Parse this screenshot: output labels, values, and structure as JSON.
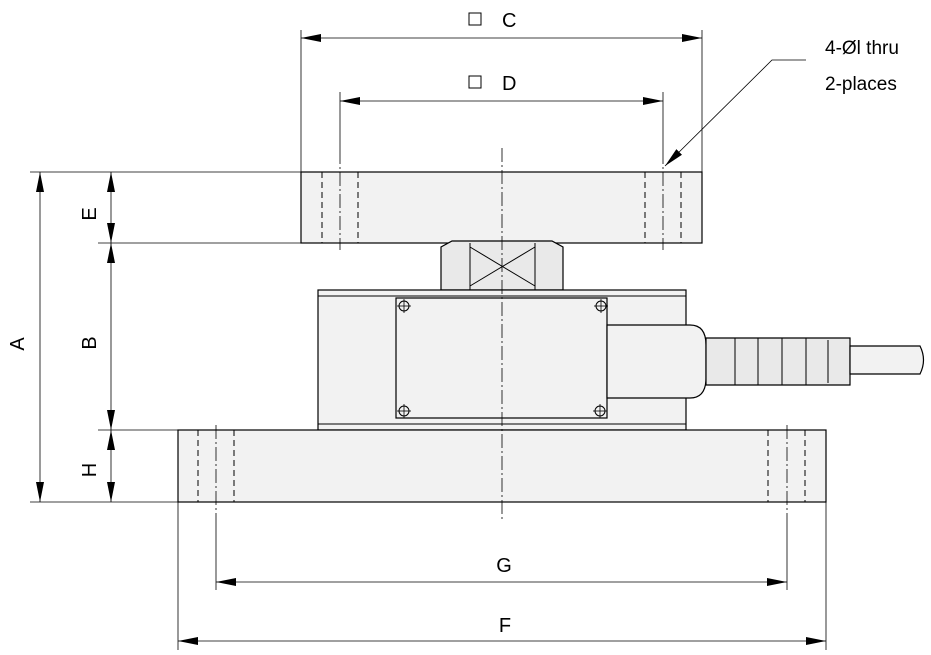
{
  "dimensions": {
    "A": "A",
    "B": "B",
    "C": "C",
    "D": "D",
    "E": "E",
    "F": "F",
    "G": "G",
    "H": "H"
  },
  "square_symbol": "□",
  "note": {
    "line1": "4-Øl thru",
    "line2": "2-places"
  }
}
